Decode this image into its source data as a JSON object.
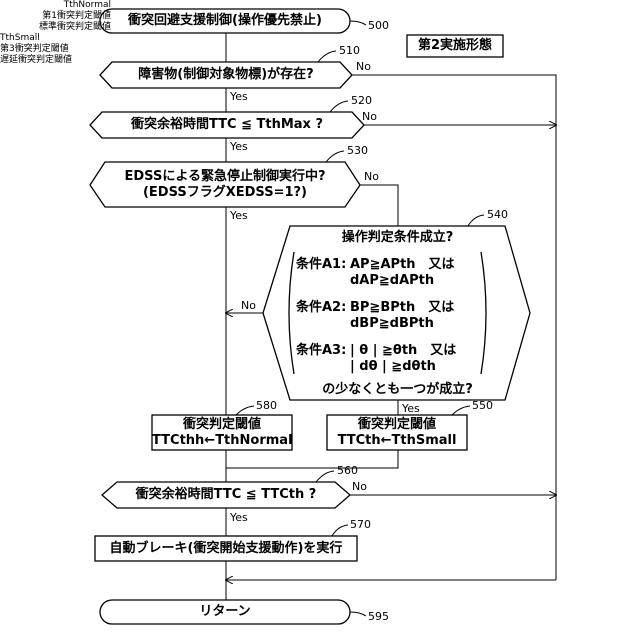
{
  "figure_label": "第2実施形態",
  "steps": {
    "start": {
      "text": "衝突回避支援制御(操作優先禁止)",
      "ref": "500"
    },
    "s510": {
      "text": "障害物(制御対象物標)が存在?",
      "ref": "510",
      "yes": "Yes",
      "no": "No"
    },
    "s520": {
      "text": "衝突余裕時間TTC ≦ TthMax ?",
      "ref": "520",
      "yes": "Yes",
      "no": "No"
    },
    "s530": {
      "line1": "EDSSによる緊急停止制御実行中?",
      "line2": "(EDSSフラグXEDSS=1?)",
      "ref": "530",
      "yes": "Yes",
      "no": "No"
    },
    "s540": {
      "title": "操作判定条件成立?",
      "ref": "540",
      "condA1_label": "条件A1:",
      "condA1_line1": "AP≧APth　又は",
      "condA1_line2": "dAP≧dAPth",
      "condA2_label": "条件A2:",
      "condA2_line1": "BP≧BPth　又は",
      "condA2_line2": "dBP≧dBPth",
      "condA3_label": "条件A3:",
      "condA3_line1": "| θ | ≧θth　又は",
      "condA3_line2": "| dθ | ≧dθth",
      "footer": "の少なくとも一つが成立?",
      "yes": "Yes",
      "no": "No"
    },
    "s580": {
      "line1": "衝突判定閾値",
      "line2": "TTCthh←TthNormal",
      "ref": "580"
    },
    "s550": {
      "line1": "衝突判定閾値",
      "line2": "TTCth←TthSmall",
      "ref": "550"
    },
    "s560": {
      "text": "衝突余裕時間TTC ≦ TTCth ?",
      "ref": "560",
      "yes": "Yes",
      "no": "No"
    },
    "s570": {
      "text": "自動ブレーキ(衝突開始支援動作)を実行",
      "ref": "570"
    },
    "end": {
      "text": "リターン",
      "ref": "595"
    }
  },
  "notes": {
    "normal_1": "TthNormal",
    "normal_2": "第1衝突判定閾値",
    "normal_3": "標準衝突判定閾値",
    "small_1": "TthSmall",
    "small_2": "第3衝突判定閾値",
    "small_3": "遅延衝突判定閾値"
  }
}
